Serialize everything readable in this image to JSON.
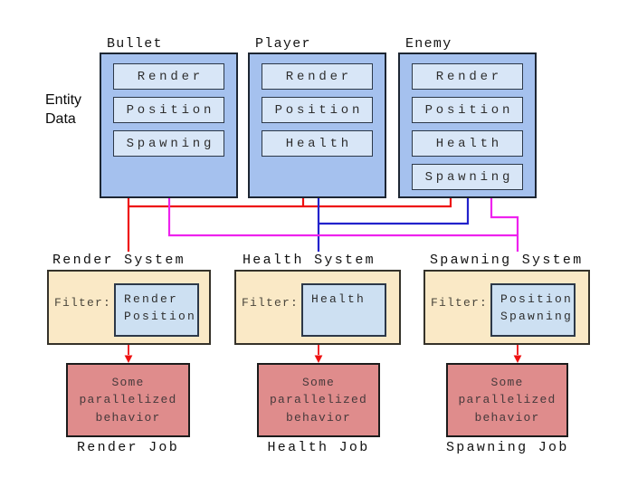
{
  "colors": {
    "entity-fill": "#a5c1ee",
    "entity-border": "#1d2633",
    "component-fill": "#d8e6f7",
    "component-border": "#2c3848",
    "system-fill": "#fae9c6",
    "system-border": "#35322a",
    "chip-fill": "#cde0f2",
    "chip-border": "#2c3848",
    "behavior-fill": "#df8c8c",
    "behavior-border": "#1c1c1c",
    "line-red": "#ee1111",
    "line-blue": "#2222cc",
    "line-magenta": "#ee22ee"
  },
  "entity_data": {
    "line1": "Entity",
    "line2": "Data"
  },
  "entities": [
    {
      "title": "Bullet",
      "components": [
        "Render",
        "Position",
        "Spawning"
      ]
    },
    {
      "title": "Player",
      "components": [
        "Render",
        "Position",
        "Health"
      ]
    },
    {
      "title": "Enemy",
      "components": [
        "Render",
        "Position",
        "Health",
        "Spawning"
      ]
    }
  ],
  "systems": [
    {
      "label": "Render System",
      "filter_label": "Filter:",
      "filter_components": [
        "Render",
        "Position"
      ],
      "behavior_lines": [
        "Some",
        "parallelized",
        "behavior"
      ],
      "job_label": "Render Job"
    },
    {
      "label": "Health System",
      "filter_label": "Filter:",
      "filter_components": [
        "Health"
      ],
      "behavior_lines": [
        "Some",
        "parallelized",
        "behavior"
      ],
      "job_label": "Health Job"
    },
    {
      "label": "Spawning System",
      "filter_label": "Filter:",
      "filter_components": [
        "Position",
        "Spawning"
      ],
      "behavior_lines": [
        "Some",
        "parallelized",
        "behavior"
      ],
      "job_label": "Spawning Job"
    }
  ],
  "connections": [
    {
      "from": "Bullet",
      "to": "Render System",
      "color": "red"
    },
    {
      "from": "Player",
      "to": "Render System",
      "color": "red"
    },
    {
      "from": "Enemy",
      "to": "Render System",
      "color": "red"
    },
    {
      "from": "Player",
      "to": "Health System",
      "color": "blue"
    },
    {
      "from": "Enemy",
      "to": "Health System",
      "color": "blue"
    },
    {
      "from": "Bullet",
      "to": "Spawning System",
      "color": "magenta"
    },
    {
      "from": "Enemy",
      "to": "Spawning System",
      "color": "magenta"
    },
    {
      "from": "Render System",
      "to": "Render Job",
      "color": "red"
    },
    {
      "from": "Health System",
      "to": "Health Job",
      "color": "red"
    },
    {
      "from": "Spawning System",
      "to": "Spawning Job",
      "color": "red"
    }
  ]
}
